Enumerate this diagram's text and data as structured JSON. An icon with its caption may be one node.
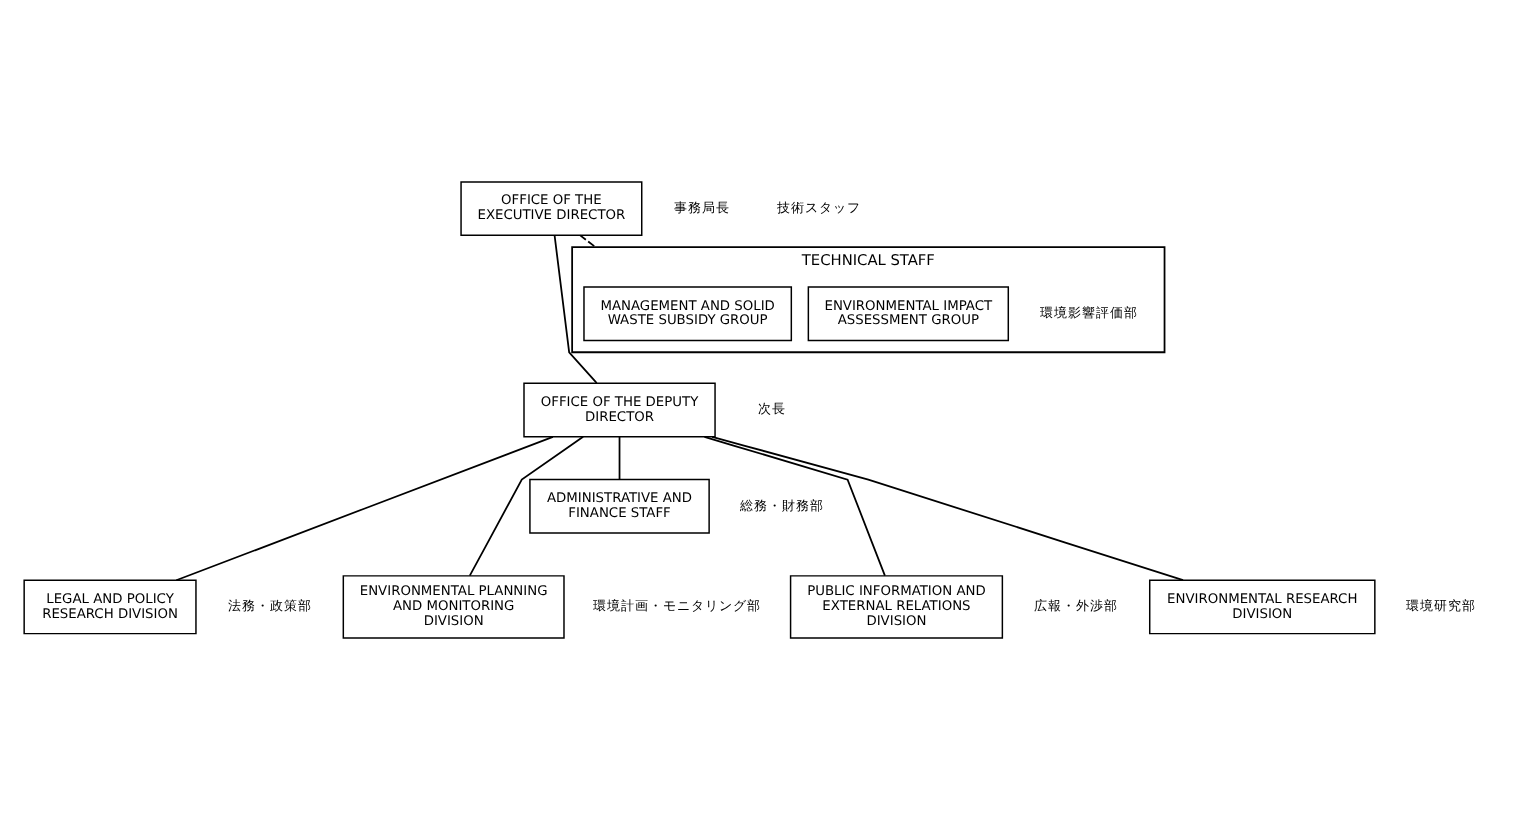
{
  "diagram": {
    "nodes": [
      {
        "text": [
          "OFFICE OF THE EXECUTIVE DIRECTOR"
        ],
        "beside": [
          "事務局長"
        ]
      },
      {
        "text": [
          "TECHNICAL STAFF"
        ],
        "beside": [
          "技術スタッフ"
        ]
      },
      {
        "text": [
          "MANAGEMENT AND SOLID WASTE SUBSIDY GROUP"
        ],
        "in": 1
      },
      {
        "text": [
          "ENVIRONMENTAL IMPACT ASSESSMENT GROUP"
        ],
        "in": 1,
        "beside": [
          "環境影響評価部"
        ]
      },
      {
        "text": [
          "OFFICE OF THE DEPUTY DIRECTOR"
        ],
        "beside": [
          "次長"
        ]
      },
      {
        "text": [
          "ADMINISTRATIVE AND FINANCE STAFF"
        ],
        "beside": [
          "総務・財務部"
        ]
      },
      {
        "text": [
          "LEGAL AND POLICY RESEARCH DIVISION"
        ],
        "beside": [
          "法務・政策部"
        ]
      },
      {
        "text": [
          "ENVIRONMENTAL PLANNING AND MONITORING DIVISION"
        ],
        "beside": [
          "環境計画・モニタリング部"
        ]
      },
      {
        "text": [
          "PUBLIC INFORMATION AND EXTERNAL RELATIONS DIVISION"
        ],
        "beside": [
          "広報・外渉部"
        ]
      },
      {
        "text": [
          "ENVIRONMENTAL RESEARCH DIVISION"
        ],
        "beside": [
          "環境研究部"
        ]
      }
    ],
    "edges": [
      {
        "from": 0,
        "to": 1,
        "arrow": "none",
        "style": "dashed"
      },
      {
        "from": 0,
        "to": 4,
        "arrow": "none"
      },
      {
        "from": 4,
        "to": 5,
        "arrow": "none"
      },
      {
        "from": 4,
        "to": 6,
        "arrow": "none"
      },
      {
        "from": 4,
        "to": 7,
        "arrow": "none"
      },
      {
        "from": 4,
        "to": 8,
        "arrow": "none"
      },
      {
        "from": 4,
        "to": 9,
        "arrow": "none"
      }
    ]
  }
}
